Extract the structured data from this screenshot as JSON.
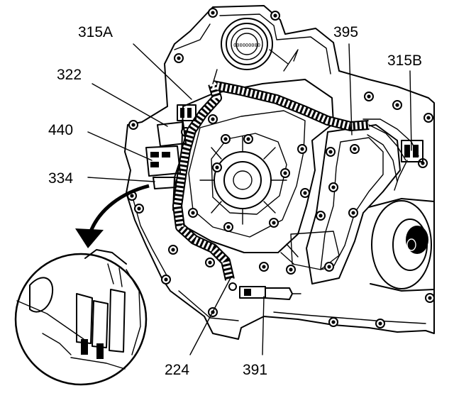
{
  "callouts": {
    "c315a": "315A",
    "c395": "395",
    "c315b": "315B",
    "c322": "322",
    "c440": "440",
    "c334": "334",
    "c224": "224",
    "c391": "391"
  },
  "bearing_text": "000000000"
}
